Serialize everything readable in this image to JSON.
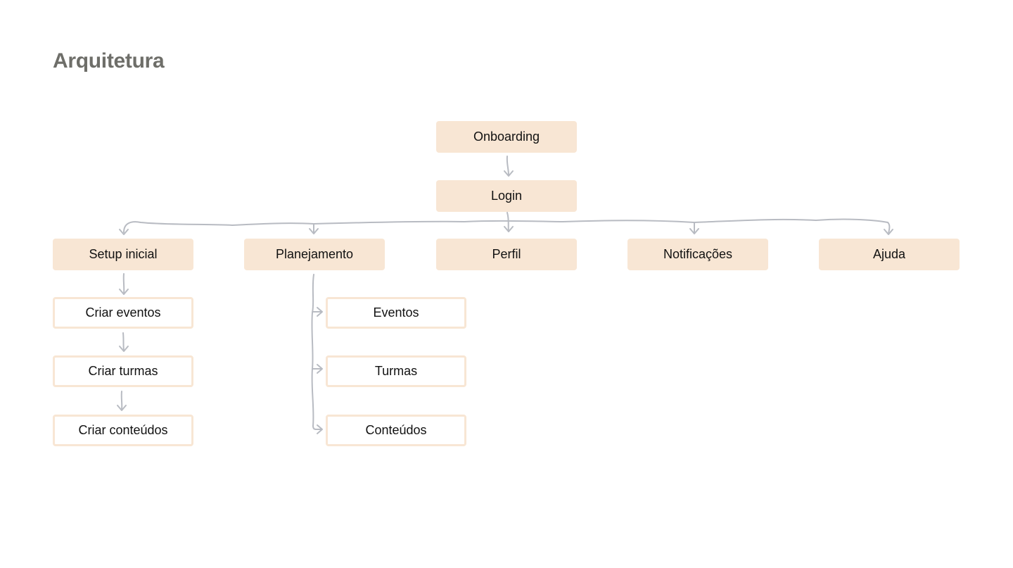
{
  "page": {
    "title": "Arquitetura"
  },
  "colors": {
    "node_fill": "#f8e6d4",
    "node_border": "#f8e6d4",
    "connector": "#b8bbc2",
    "title": "#6e6e69",
    "text": "#111111"
  },
  "nodes": {
    "onboarding": "Onboarding",
    "login": "Login",
    "setup_inicial": "Setup inicial",
    "planejamento": "Planejamento",
    "perfil": "Perfil",
    "notificacoes": "Notificações",
    "ajuda": "Ajuda",
    "criar_eventos": "Criar eventos",
    "criar_turmas": "Criar turmas",
    "criar_conteudos": "Criar conteúdos",
    "eventos": "Eventos",
    "turmas": "Turmas",
    "conteudos": "Conteúdos"
  }
}
